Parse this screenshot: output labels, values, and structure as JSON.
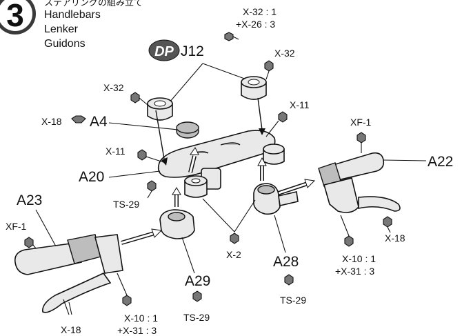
{
  "step": {
    "number": "3",
    "header_japanese": "ステアリングの組み立て",
    "titles": [
      "Handlebars",
      "Lenker",
      "Guidons"
    ]
  },
  "tags": {
    "dp": "DP",
    "j12": "J12"
  },
  "part_labels": {
    "a4": "A4",
    "a20": "A20",
    "a22": "A22",
    "a23": "A23",
    "a28": "A28",
    "a29": "A29"
  },
  "screw_labels": {
    "top_qty_1": "X-32 : 1",
    "top_qty_2": "+X-26 : 3",
    "x32_right": "X-32",
    "x32_left": "X-32",
    "x11_right": "X-11",
    "x18_a4": "X-18",
    "x11_left": "X-11",
    "xf1_right": "XF-1",
    "ts29_left": "TS-29",
    "xf1_left": "XF-1",
    "x2": "X-2",
    "x18_right": "X-18",
    "x10_right_1": "X-10 : 1",
    "x10_right_2": "+X-31 : 3",
    "ts29_center": "TS-29",
    "ts29_bottom": "TS-29",
    "x18_left": "X-18",
    "x10_left_1": "X-10 : 1",
    "x10_left_2": "+X-31 : 3"
  }
}
